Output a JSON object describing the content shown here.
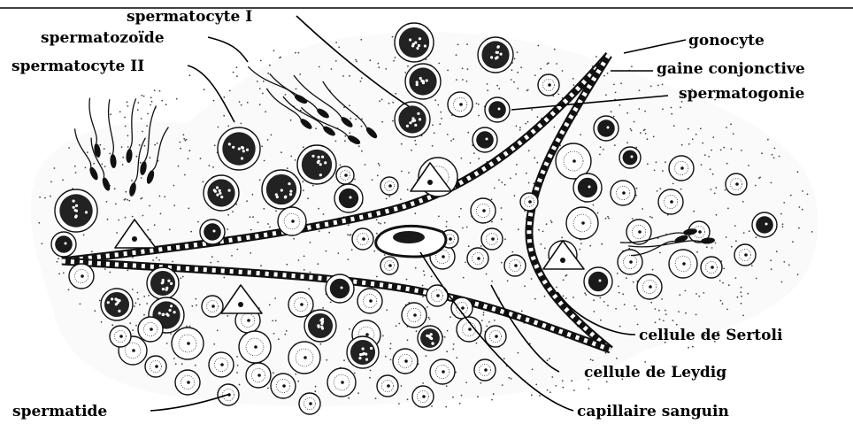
{
  "labels": {
    "spermatocyte_1": "spermatocyte I",
    "spermatozoide": "spermatozoïde",
    "spermatocyte_2": "spermatocyte II",
    "gonocyte": "gonocyte",
    "gaine_conjonctive": "gaine conjonctive",
    "spermatogonie": "spermatogonie",
    "cellule_sertoli": "cellule de Sertoli",
    "cellule_leydig": "cellule de Leydig",
    "capillaire_sanguin": "capillaire sanguin",
    "spermatide": "spermatide"
  },
  "colors": {
    "ink": "#000000",
    "paper": "#ffffff"
  }
}
